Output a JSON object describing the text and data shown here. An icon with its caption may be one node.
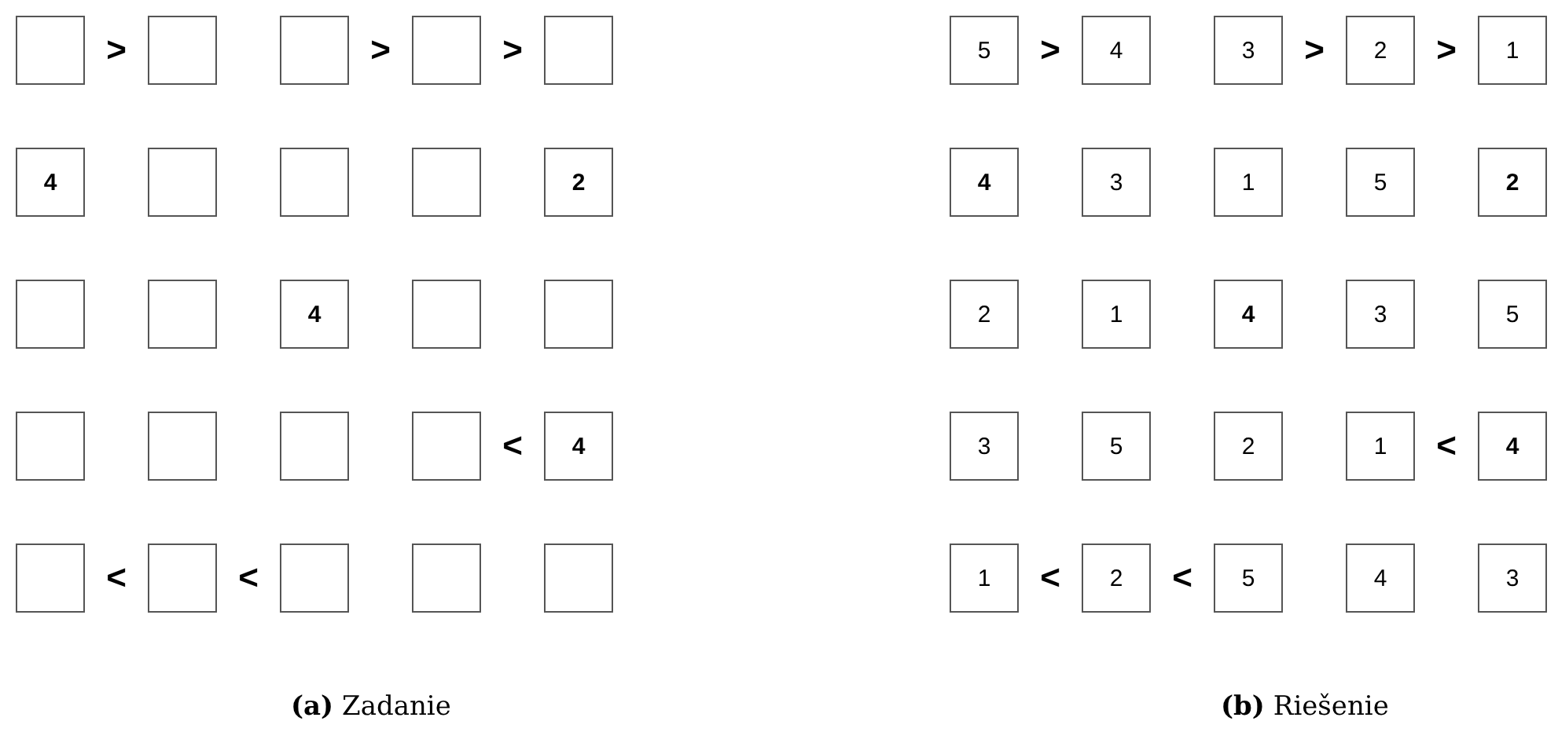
{
  "diagram": {
    "nodes": [
      {
        "text": [],
        "shape": "box"
      },
      {
        "text": [],
        "shape": "box"
      },
      {
        "text": [],
        "shape": "box"
      },
      {
        "text": [],
        "shape": "box"
      },
      {
        "text": [],
        "shape": "box"
      },
      {
        "text": [
          "4"
        ]
      },
      {
        "text": [],
        "shape": "box"
      },
      {
        "text": [],
        "shape": "box"
      },
      {
        "text": [],
        "shape": "box"
      },
      {
        "text": [
          "2"
        ]
      },
      {
        "text": [],
        "shape": "box"
      },
      {
        "text": [],
        "shape": "box"
      },
      {
        "text": [
          "4"
        ]
      },
      {
        "text": [],
        "shape": "box"
      },
      {
        "text": [],
        "shape": "box"
      },
      {
        "text": [],
        "shape": "box"
      },
      {
        "text": [],
        "shape": "box"
      },
      {
        "text": [],
        "shape": "box"
      },
      {
        "text": [],
        "shape": "box"
      },
      {
        "text": [
          "4"
        ]
      },
      {
        "text": [],
        "shape": "box"
      },
      {
        "text": [],
        "shape": "box"
      },
      {
        "text": [],
        "shape": "box"
      },
      {
        "text": [],
        "shape": "box"
      },
      {
        "text": [],
        "shape": "box"
      },
      {
        "text": [
          "5"
        ]
      },
      {
        "text": [
          "4"
        ]
      },
      {
        "text": [
          "3"
        ]
      },
      {
        "text": [
          "2"
        ]
      },
      {
        "text": [
          "1"
        ]
      },
      {
        "text": [
          "4"
        ]
      },
      {
        "text": [
          "3"
        ]
      },
      {
        "text": [
          "1"
        ]
      },
      {
        "text": [
          "5"
        ]
      },
      {
        "text": [
          "2"
        ]
      },
      {
        "text": [
          "2"
        ]
      },
      {
        "text": [
          "1"
        ]
      },
      {
        "text": [
          "4"
        ]
      },
      {
        "text": [
          "3"
        ]
      },
      {
        "text": [
          "5"
        ]
      },
      {
        "text": [
          "3"
        ]
      },
      {
        "text": [
          "5"
        ]
      },
      {
        "text": [
          "2"
        ]
      },
      {
        "text": [
          "1"
        ]
      },
      {
        "text": [
          "4"
        ]
      },
      {
        "text": [
          "1"
        ]
      },
      {
        "text": [
          "2"
        ]
      },
      {
        "text": [
          "5"
        ]
      },
      {
        "text": [
          "4"
        ]
      },
      {
        "text": [
          "3"
        ]
      }
    ],
    "labels": [
      ">",
      ">",
      ">",
      "<",
      "<",
      "<",
      ">",
      ">",
      ">",
      "<",
      "<",
      "<",
      "**(a)** Zadanie",
      "**(b)** Riešenie"
    ]
  }
}
